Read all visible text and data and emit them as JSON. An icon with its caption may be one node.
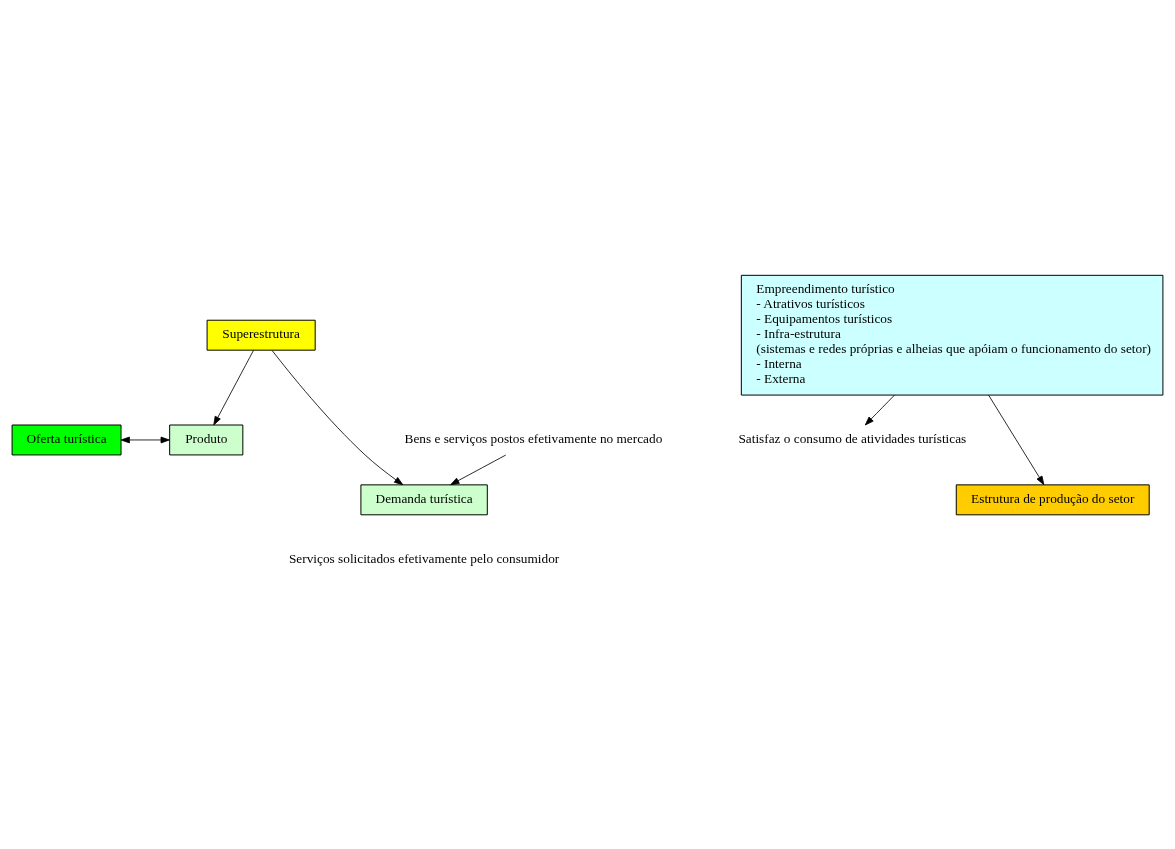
{
  "diagram": {
    "nodes": [
      {
        "text": [
          "Oferta turística"
        ]
      },
      {
        "text": [
          "Produto"
        ]
      },
      {
        "text": [
          "Bens e serviços postos efetivamente no mercado"
        ]
      },
      {
        "text": [
          "Satisfaz o consumo de atividades turísticas"
        ]
      },
      {
        "text": [
          "Superestrutura"
        ]
      },
      {
        "text": [
          "Demanda turística"
        ],
        "beside": [
          "Serviços solicitados efetivamente pelo consumidor"
        ]
      },
      {
        "text": [
          "Empreendimento turístico",
          "- Atrativos turísticos",
          "- Equipamentos turísticos",
          "- Infra-estrutura",
          "(sistemas e redes próprias e alheias que apóiam o funcionamento do setor)",
          "- Interna",
          "- Externa"
        ]
      },
      {
        "text": [
          "Estrutura de produção do setor"
        ]
      }
    ],
    "edges": [
      {
        "from": 0,
        "to": 1,
        "arrow": "both"
      },
      {
        "from": 2,
        "to": 5,
        "arrow": "to"
      },
      {
        "from": 4,
        "to": 5,
        "arrow": "to"
      },
      {
        "from": 4,
        "to": 1,
        "arrow": "to"
      },
      {
        "from": 6,
        "to": 3,
        "arrow": "to"
      },
      {
        "from": 6,
        "to": 7,
        "arrow": "to"
      }
    ]
  }
}
